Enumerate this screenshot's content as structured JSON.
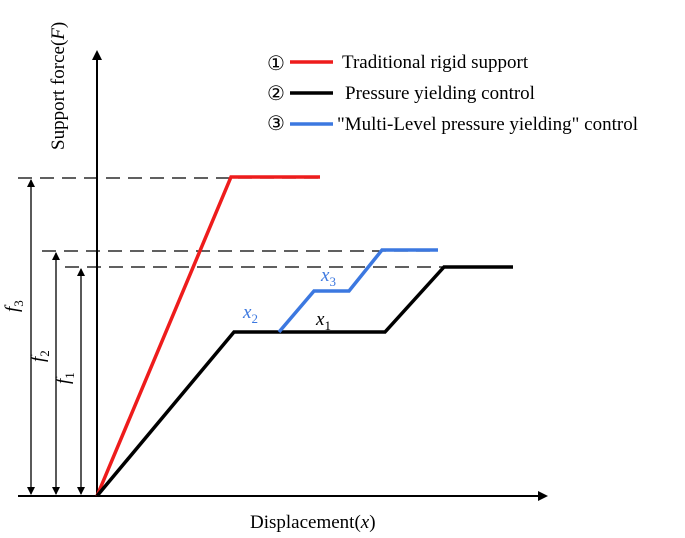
{
  "axes": {
    "y_title_main": "Support force(",
    "y_title_var": "F",
    "y_title_close": ")",
    "x_title_main": "Displacement(",
    "x_title_var": "x",
    "x_title_close": ")"
  },
  "legend": [
    {
      "marker": "①",
      "label": "Traditional rigid support",
      "color": "#ee1c1c"
    },
    {
      "marker": "②",
      "label": "Pressure yielding control",
      "color": "#000000"
    },
    {
      "marker": "③",
      "label": "\"Multi-Level pressure yielding\" control",
      "color": "#3c78e0"
    }
  ],
  "force_levels": [
    {
      "var": "f",
      "sub": "3"
    },
    {
      "var": "f",
      "sub": "2"
    },
    {
      "var": "f",
      "sub": "1"
    }
  ],
  "displacement_labels": [
    {
      "var": "x",
      "sub": "1",
      "color": "#000000"
    },
    {
      "var": "x",
      "sub": "2",
      "color": "#3c78e0"
    },
    {
      "var": "x",
      "sub": "3",
      "color": "#3c78e0"
    }
  ]
}
